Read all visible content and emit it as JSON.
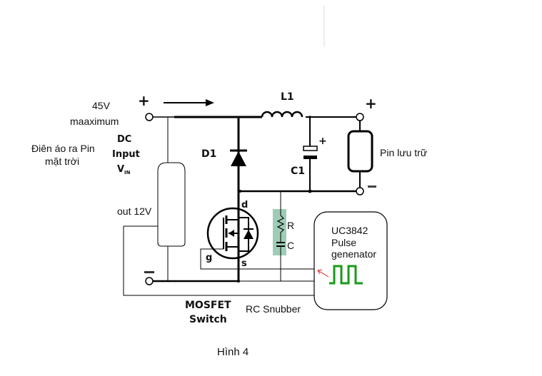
{
  "diagram": {
    "title": "Hình 4",
    "input": {
      "voltage_label": "45V",
      "max_label": "maaximum",
      "source_label_line1": "Điên áo ra Pin",
      "source_label_line2": "mặt trời",
      "dc_label": "DC",
      "input_label": "Input",
      "vin_main": "V",
      "vin_sub": "IN",
      "out_label": "out 12V",
      "plus_symbol": "+",
      "minus_symbol": "—"
    },
    "components": {
      "inductor": "L1",
      "diode": "D1",
      "capacitor": "C1",
      "capacitor_polarity": "+",
      "resistor": "R",
      "snubber_cap": "C",
      "mosfet_drain": "d",
      "mosfet_gate": "g",
      "mosfet_source": "s",
      "mosfet_label_line1": "MOSFET",
      "mosfet_label_line2": "Switch",
      "snubber_label": "RC Snubber"
    },
    "output": {
      "battery_label": "Pin lưu trữ",
      "plus_symbol": "+",
      "minus_symbol": "—"
    },
    "controller": {
      "line1": "UC3842",
      "line2": "Pulse",
      "line3": "genenator"
    },
    "colors": {
      "wire": "#000000",
      "polarity_plus": "#e01010",
      "pulse": "#1a9a1a",
      "snubber_highlight": "#8fc3a8",
      "annotation_arrow": "#e02020"
    }
  }
}
